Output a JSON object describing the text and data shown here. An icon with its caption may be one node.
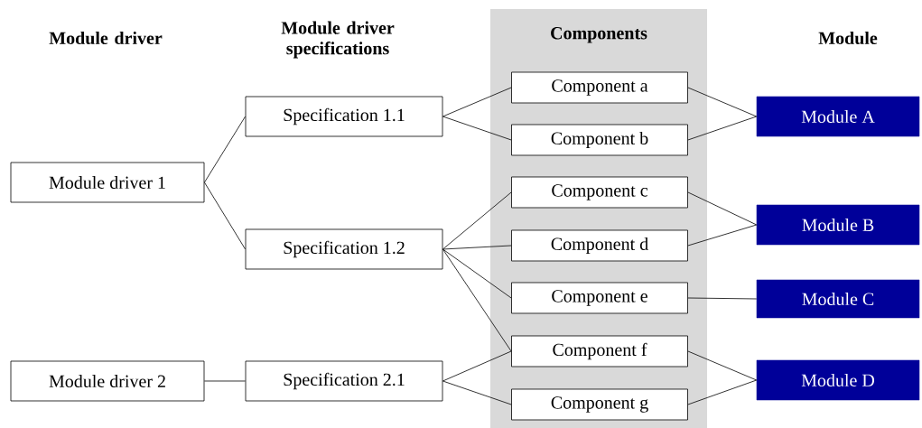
{
  "diagram": {
    "nodes": [
      {
        "text": [
          "Module driver 1"
        ]
      },
      {
        "text": [
          "Module driver 2"
        ]
      },
      {
        "text": [
          "Specification 1.1"
        ]
      },
      {
        "text": [
          "Specification 1.2"
        ]
      },
      {
        "text": [
          "Specification 2.1"
        ]
      },
      {
        "text": [
          "Components"
        ]
      },
      {
        "text": [
          "Component a"
        ],
        "in": 5
      },
      {
        "text": [
          "Component b"
        ],
        "in": 5
      },
      {
        "text": [
          "Component c"
        ],
        "in": 5
      },
      {
        "text": [
          "Component d"
        ],
        "in": 5
      },
      {
        "text": [
          "Component e"
        ],
        "in": 5
      },
      {
        "text": [
          "Component f"
        ],
        "in": 5
      },
      {
        "text": [
          "Component g"
        ],
        "in": 5
      },
      {
        "text": [
          "Module A"
        ]
      },
      {
        "text": [
          "Module B"
        ]
      },
      {
        "text": [
          "Module C"
        ]
      },
      {
        "text": [
          "Module D"
        ]
      }
    ],
    "edges": [
      {
        "from": 0,
        "to": 2,
        "arrow": "none"
      },
      {
        "from": 0,
        "to": 3,
        "arrow": "none"
      },
      {
        "from": 1,
        "to": 4,
        "arrow": "none"
      },
      {
        "from": 2,
        "to": 6,
        "arrow": "none"
      },
      {
        "from": 2,
        "to": 7,
        "arrow": "none"
      },
      {
        "from": 3,
        "to": 8,
        "arrow": "none"
      },
      {
        "from": 3,
        "to": 9,
        "arrow": "none"
      },
      {
        "from": 3,
        "to": 10,
        "arrow": "none"
      },
      {
        "from": 3,
        "to": 11,
        "arrow": "none"
      },
      {
        "from": 4,
        "to": 11,
        "arrow": "none"
      },
      {
        "from": 4,
        "to": 12,
        "arrow": "none"
      },
      {
        "from": 6,
        "to": 13,
        "arrow": "none"
      },
      {
        "from": 7,
        "to": 13,
        "arrow": "none"
      },
      {
        "from": 8,
        "to": 14,
        "arrow": "none"
      },
      {
        "from": 9,
        "to": 14,
        "arrow": "none"
      },
      {
        "from": 10,
        "to": 15,
        "arrow": "none"
      },
      {
        "from": 11,
        "to": 16,
        "arrow": "none"
      },
      {
        "from": 12,
        "to": 16,
        "arrow": "none"
      }
    ],
    "labels": [
      "Module driver",
      "Module driver specifications",
      "Module"
    ]
  }
}
